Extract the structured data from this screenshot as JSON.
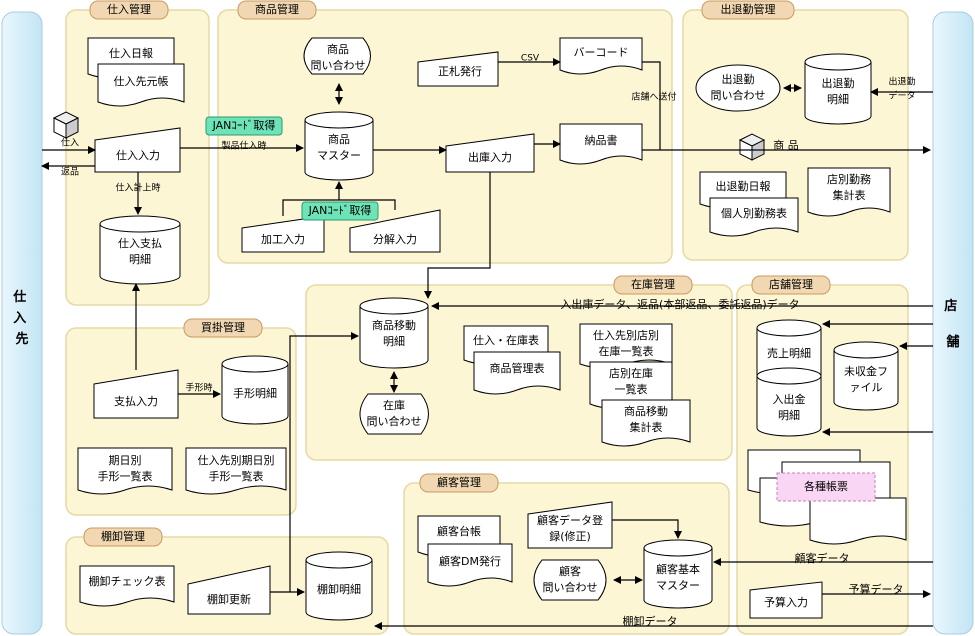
{
  "side_left": "仕入先",
  "side_right": "店舗",
  "sections": {
    "shiire": "仕入管理",
    "shohin": "商品管理",
    "shuttaikin": "出退勤管理",
    "kaikake": "買掛管理",
    "zaiko": "在庫管理",
    "tenpo": "店舗管理",
    "kokyaku": "顧客管理",
    "tanaoroshi": "棚卸管理"
  },
  "nodes": {
    "shiire_nippo": "仕入日報",
    "shiiresaki_motocho": "仕入先元帳",
    "shiire_nyuryoku": "仕入入力",
    "shiire_shiharai": [
      "仕入支払",
      "明細"
    ],
    "shohin_toiawase": [
      "商品",
      "問い合わせ"
    ],
    "shohin_master": [
      "商品",
      "マスター"
    ],
    "shofuda": "正札発行",
    "barcode": "バーコード",
    "nohinsho": "納品書",
    "shukko_nyuryoku": "出庫入力",
    "kako_nyuryoku": "加工入力",
    "bunkai_nyuryoku": "分解入力",
    "jan1": "JANｺｰﾄﾞ取得",
    "jan2": "JANｺｰﾄﾞ取得",
    "shuttaikin_toiawase": [
      "出退勤",
      "問い合わせ"
    ],
    "shuttaikin_meisai": [
      "出退勤",
      "明細"
    ],
    "shuttaikin_nippo": "出退勤日報",
    "kojinbetsu": "個人別勤務表",
    "tenpobetsu": [
      "店別勤務",
      "集計表"
    ],
    "shiharai_nyuryoku": "支払入力",
    "tegata_meisai": "手形明細",
    "kijitsubetsu": [
      "期日別",
      "手形一覧表"
    ],
    "shiiresakibetsu_kijitsu": [
      "仕入先別期日別",
      "手形一覧表"
    ],
    "shohin_ido": [
      "商品移動",
      "明細"
    ],
    "zaiko_toiawase": [
      "在庫",
      "問い合わせ"
    ],
    "shiire_zaiko": "仕入・在庫表",
    "shohin_kanri": "商品管理表",
    "shiiresaki_tenbetsu": [
      "仕入先別店別",
      "在庫一覧表"
    ],
    "tenbetsu_zaiko": [
      "店別在庫",
      "一覧表"
    ],
    "shohin_ido_shukei": [
      "商品移動",
      "集計表"
    ],
    "uriage_meisai": "売上明細",
    "mishukin": [
      "未収金フ",
      "ァイル"
    ],
    "nyushukkin": [
      "入出金",
      "明細"
    ],
    "kakushu": "各種帳票",
    "kokyaku_daicho": "顧客台帳",
    "kokyaku_dm": "顧客DM発行",
    "kokyaku_data_toroku": [
      "顧客データ登",
      "録(修正)"
    ],
    "kokyaku_toiawase": [
      "顧客",
      "問い合わせ"
    ],
    "kokyaku_master": [
      "顧客基本",
      "マスター"
    ],
    "yosan_nyuryoku": "予算入力",
    "tanaoroshi_check": "棚卸チェック表",
    "tanaoroshi_koshin": "棚卸更新",
    "tanaoroshi_meisai": "棚卸明細"
  },
  "edge_labels": {
    "shiire": "仕入",
    "henpin": "返品",
    "shiire_keijo": "仕入計上時",
    "seihin_shiire": "製品仕入時",
    "csv": "CSV",
    "tenpo_sofu": "店舗へ送付",
    "shohin": "商 品",
    "shuttaikin_data": [
      "出退勤",
      "データ"
    ],
    "tegata_ji": "手形時",
    "nyushukko_data": "入出庫データ、返品(本部返品、委託返品)データ",
    "kokyaku_data": "顧客データ",
    "yosan_data": "予算データ",
    "tanaoroshi_data": "棚卸データ"
  }
}
